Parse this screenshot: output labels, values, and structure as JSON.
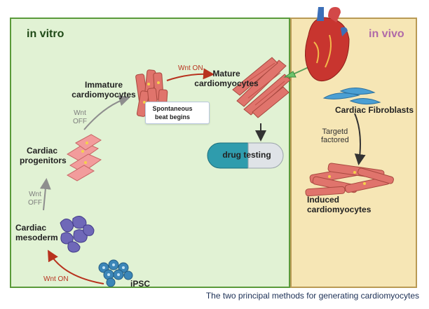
{
  "panels": {
    "in_vitro": "in vitro",
    "in_vivo": "in vivo"
  },
  "stages": {
    "ipsc": "iPSC",
    "mesoderm": "Cardiac\nmesoderm",
    "progenitors": "Cardiac\nprogenitors",
    "immature": "Immature\ncardiomyocytes",
    "mature": "Mature\ncardiomyocytes",
    "fibroblasts": "Cardiac Fibroblasts",
    "induced": "Induced\ncardiomyocytes"
  },
  "conditions": {
    "wnt_on_1": "Wnt ON",
    "wnt_off_1": "Wnt\nOFF",
    "wnt_off_2": "Wnt\nOFF",
    "wnt_on_2": "Wnt ON",
    "targeted": "Targetd\nfactored"
  },
  "beat": "Spontaneous\nbeat begins",
  "drug_testing": "drug testing",
  "caption": "The two principal methods for generating cardiomyocytes",
  "colors": {
    "vitro_bg": "#e1f2d4",
    "vitro_border": "#5a9a3a",
    "vivo_bg": "#f6e6b5",
    "vivo_border": "#b99a55",
    "wnt_on_arrow": "#b8321e",
    "wnt_off_arrow": "#8e8e8e",
    "ipsc_cell": "#3c86b8",
    "mesoderm_cell": "#6f68b8",
    "progenitor_cell": "#f29c9c",
    "cardiomyocyte": "#e0746c",
    "fibroblast": "#4b9fd3",
    "capsule_teal": "#2f9cad"
  }
}
